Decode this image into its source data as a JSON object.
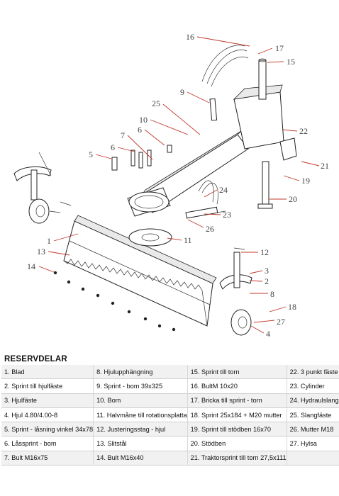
{
  "callouts": [
    {
      "num": "1"
    },
    {
      "num": "2"
    },
    {
      "num": "3"
    },
    {
      "num": "4"
    },
    {
      "num": "5"
    },
    {
      "num": "6"
    },
    {
      "num": "6"
    },
    {
      "num": "7"
    },
    {
      "num": "8"
    },
    {
      "num": "9"
    },
    {
      "num": "10"
    },
    {
      "num": "11"
    },
    {
      "num": "12"
    },
    {
      "num": "13"
    },
    {
      "num": "14"
    },
    {
      "num": "15"
    },
    {
      "num": "16"
    },
    {
      "num": "17"
    },
    {
      "num": "18"
    },
    {
      "num": "19"
    },
    {
      "num": "20"
    },
    {
      "num": "21"
    },
    {
      "num": "22"
    },
    {
      "num": "23"
    },
    {
      "num": "24"
    },
    {
      "num": "25"
    },
    {
      "num": "26"
    },
    {
      "num": "27"
    }
  ],
  "parts_title": "RESERVDELAR",
  "parts_rows": [
    [
      "1. Blad",
      "8. Hjulupphängning",
      "15. Sprint till torn",
      "22. 3 punkt fäste"
    ],
    [
      "2. Sprint till hjulfäste",
      "9.  Sprint - bom 39x325",
      "16. BultM 10x20",
      "23. Cylinder"
    ],
    [
      "3. Hjulfäste",
      "10. Bom",
      "17. Bricka till sprint - torn",
      "24. Hydraulslang"
    ],
    [
      "4. Hjul 4.80/4.00-8",
      "11. Halvmåne till rotationsplatta",
      "18. Sprint 25x184 + M20 mutter",
      "25. Slangfäste"
    ],
    [
      "5. Sprint - låsning vinkel 34x78",
      "12. Justeringsstag - hjul",
      "19. Sprint till stödben 16x70",
      "26. Mutter M18"
    ],
    [
      "6. Låssprint - bom",
      "13. Slitstål",
      "20. Stödben",
      "27. Hylsa"
    ],
    [
      "7. Bult M16x75",
      "14. Bult M16x40",
      "21. Traktorsprint till torn 27,5x111",
      ""
    ]
  ]
}
